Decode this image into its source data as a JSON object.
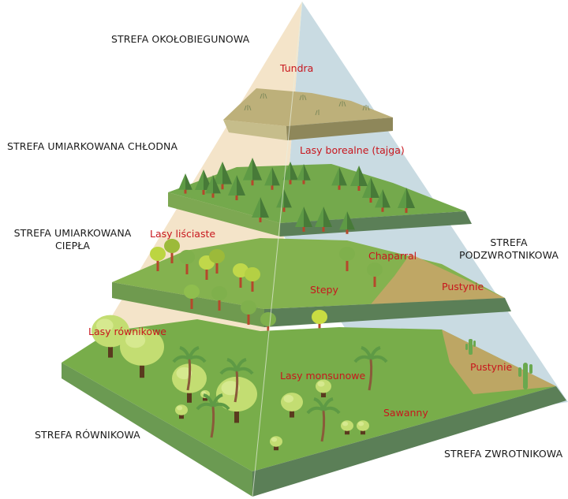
{
  "title": "Strefy klimatyczne i biomy – piramida",
  "colors": {
    "left_face": "#f4e4c9",
    "right_face": "#c9dbe2",
    "zone_text": "#1a1a1a",
    "biome_text": "#c8161d",
    "grass_top": "#74a94c",
    "grass_side": "#5b7f57",
    "tundra_top": "#bdb07a",
    "tundra_side": "#8e875a",
    "desert": "#c9a468"
  },
  "zones": {
    "polar": "STREFA OKOŁOBIEGUNOWA",
    "cold_temperate": "STREFA UMIARKOWANA CHŁODNA",
    "warm_temperate_line1": "STREFA UMIARKOWANA",
    "warm_temperate_line2": "CIEPŁA",
    "subtropical_line1": "STREFA",
    "subtropical_line2": "PODZWROTNIKOWA",
    "equatorial": "STREFA RÓWNIKOWA",
    "tropical": "STREFA ZWROTNIKOWA"
  },
  "biomes": {
    "tundra": "Tundra",
    "boreal": "Lasy borealne (tajga)",
    "deciduous": "Lasy liściaste",
    "chaparral": "Chaparral",
    "steppe": "Stepy",
    "desert_subtropical": "Pustynie",
    "rainforest": "Lasy równikowe",
    "monsoon": "Lasy monsunowe",
    "savanna": "Sawanny",
    "desert_tropical": "Pustynie"
  }
}
